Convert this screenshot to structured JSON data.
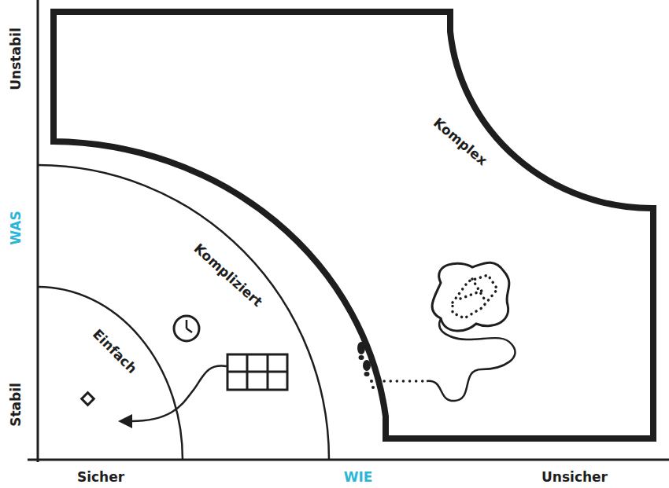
{
  "diagram": {
    "nodes": [
      {
        "text": [
          "Komplex"
        ]
      },
      {
        "text": [
          "Kompliziert"
        ]
      },
      {
        "text": [
          "Einfach"
        ],
        "in": 1
      }
    ],
    "labels": [
      "Unstabil",
      "WAS",
      "Stabil",
      "Sicher",
      "WIE",
      "Unsicher"
    ]
  }
}
